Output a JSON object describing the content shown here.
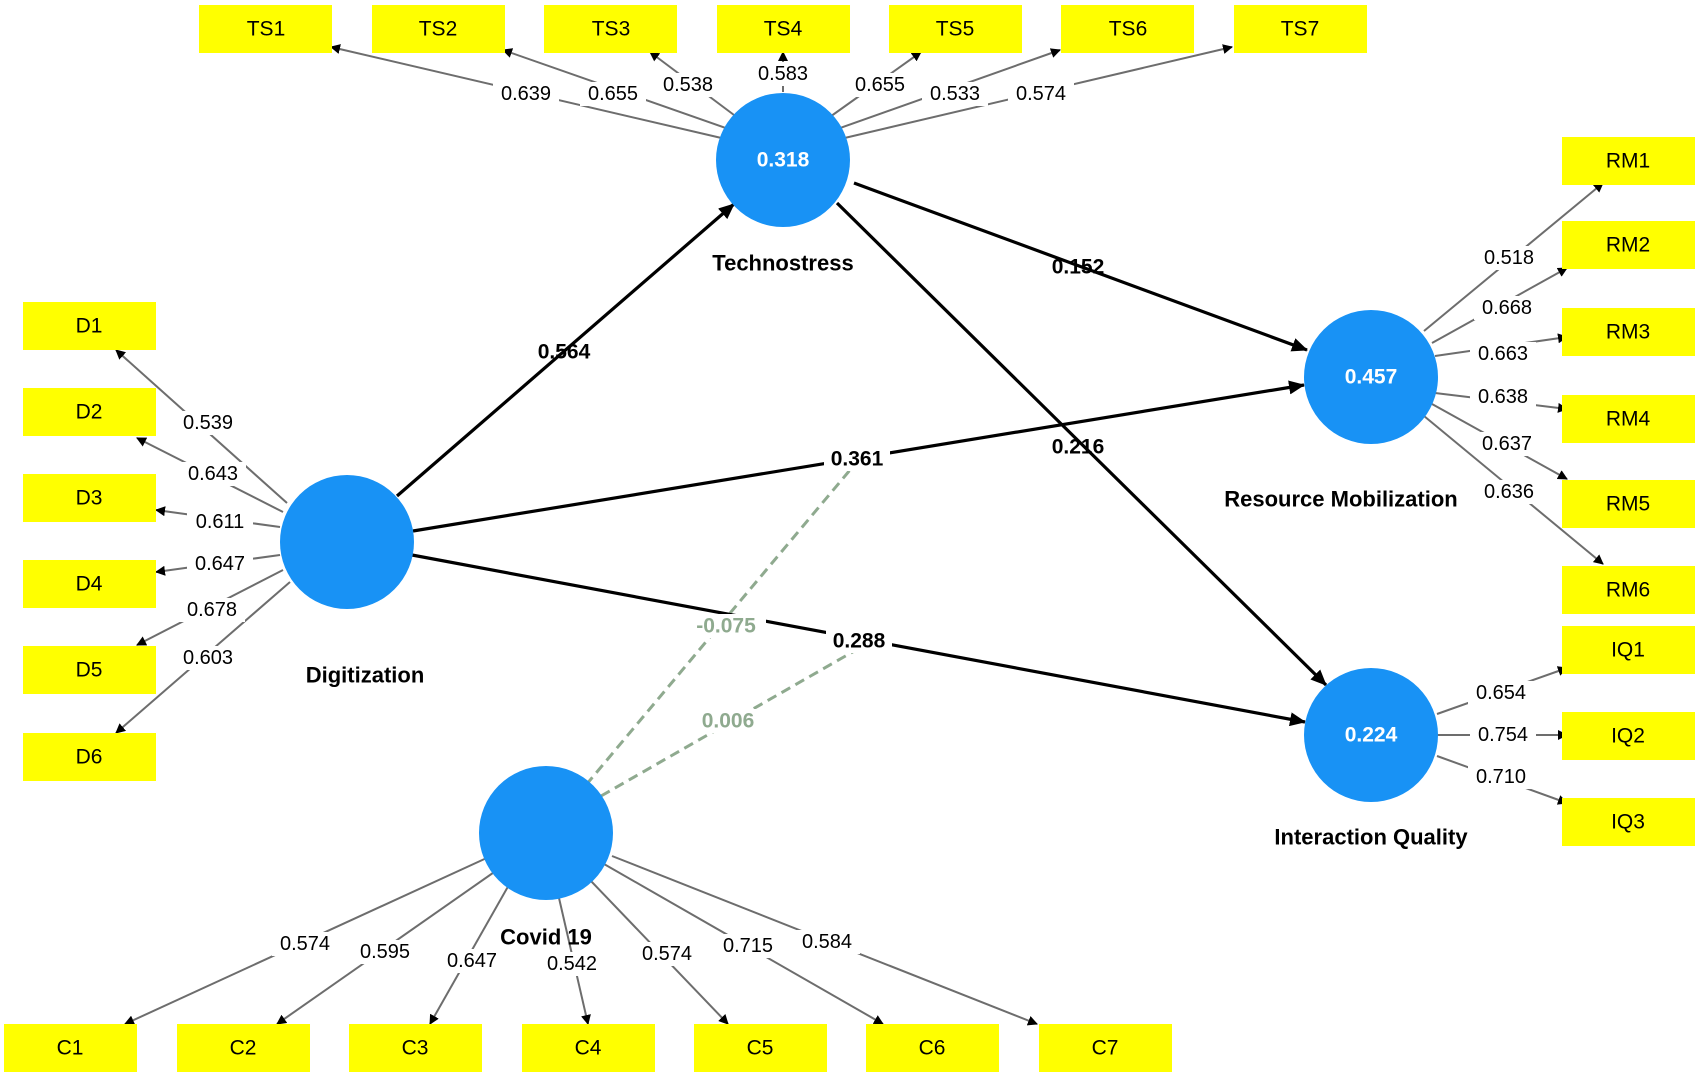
{
  "constructs": {
    "technostress": {
      "name": "Technostress",
      "r2": "0.318"
    },
    "digitization": {
      "name": "Digitization",
      "r2": ""
    },
    "covid": {
      "name": "Covid 19",
      "r2": ""
    },
    "resource_mobilization": {
      "name": "Resource Mobilization",
      "r2": "0.457"
    },
    "interaction_quality": {
      "name": "Interaction Quality",
      "r2": "0.224"
    }
  },
  "indicators": {
    "TS": [
      {
        "label": "TS1",
        "loading": "0.639"
      },
      {
        "label": "TS2",
        "loading": "0.655"
      },
      {
        "label": "TS3",
        "loading": "0.538"
      },
      {
        "label": "TS4",
        "loading": "0.583"
      },
      {
        "label": "TS5",
        "loading": "0.655"
      },
      {
        "label": "TS6",
        "loading": "0.533"
      },
      {
        "label": "TS7",
        "loading": "0.574"
      }
    ],
    "D": [
      {
        "label": "D1",
        "loading": "0.539"
      },
      {
        "label": "D2",
        "loading": "0.643"
      },
      {
        "label": "D3",
        "loading": "0.611"
      },
      {
        "label": "D4",
        "loading": "0.647"
      },
      {
        "label": "D5",
        "loading": "0.678"
      },
      {
        "label": "D6",
        "loading": "0.603"
      }
    ],
    "RM": [
      {
        "label": "RM1",
        "loading": "0.518"
      },
      {
        "label": "RM2",
        "loading": "0.668"
      },
      {
        "label": "RM3",
        "loading": "0.663"
      },
      {
        "label": "RM4",
        "loading": "0.638"
      },
      {
        "label": "RM5",
        "loading": "0.637"
      },
      {
        "label": "RM6",
        "loading": "0.636"
      }
    ],
    "IQ": [
      {
        "label": "IQ1",
        "loading": "0.654"
      },
      {
        "label": "IQ2",
        "loading": "0.754"
      },
      {
        "label": "IQ3",
        "loading": "0.710"
      }
    ],
    "C": [
      {
        "label": "C1",
        "loading": "0.574"
      },
      {
        "label": "C2",
        "loading": "0.595"
      },
      {
        "label": "C3",
        "loading": "0.647"
      },
      {
        "label": "C4",
        "loading": "0.542"
      },
      {
        "label": "C5",
        "loading": "0.574"
      },
      {
        "label": "C6",
        "loading": "0.715"
      },
      {
        "label": "C7",
        "loading": "0.584"
      }
    ]
  },
  "paths": {
    "dig_ts": "0.564",
    "ts_rm": "0.152",
    "dig_rm": "0.361",
    "ts_iq": "0.216",
    "dig_iq": "0.288",
    "covid_mod_rm": "-0.075",
    "covid_mod_iq": "0.006"
  },
  "colors": {
    "construct_fill": "#1892f5",
    "indicator_fill": "#ffff00",
    "moderation_line": "#8faa8f"
  }
}
